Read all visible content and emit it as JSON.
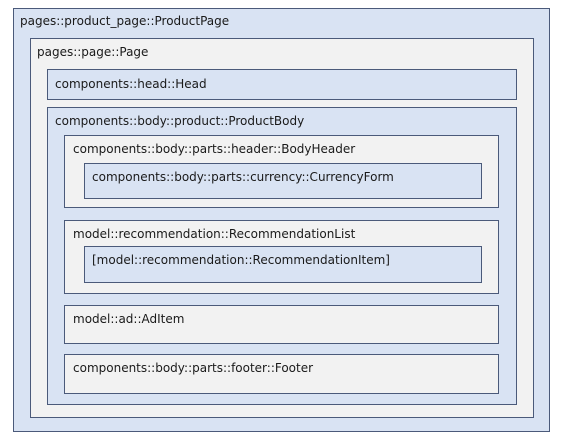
{
  "diagram": {
    "product_page": "pages::product_page::ProductPage",
    "page": "pages::page::Page",
    "head": "components::head::Head",
    "product_body": "components::body::product::ProductBody",
    "body_header": "components::body::parts::header::BodyHeader",
    "currency_form": "components::body::parts::currency::CurrencyForm",
    "recommendation_list": "model::recommendation::RecommendationList",
    "recommendation_item": "[model::recommendation::RecommendationItem]",
    "ad_item": "model::ad::AdItem",
    "footer": "components::body::parts::footer::Footer"
  }
}
